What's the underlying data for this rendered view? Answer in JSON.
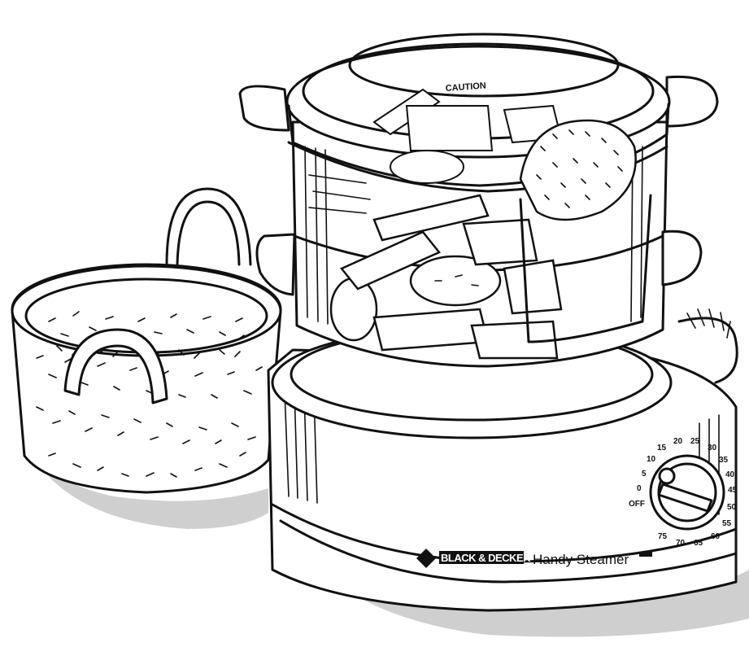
{
  "illustration": {
    "brand": "BLACK & DECKER",
    "model": "Handy Steamer",
    "lid_label": "CAUTION",
    "timer_off": "OFF",
    "timer_marks": [
      "0",
      "5",
      "10",
      "15",
      "20",
      "25",
      "30",
      "35",
      "40",
      "45",
      "50",
      "55",
      "60",
      "65",
      "70",
      "75"
    ],
    "ink_color": "#111111",
    "shadow_color": "#cfcfcf"
  }
}
